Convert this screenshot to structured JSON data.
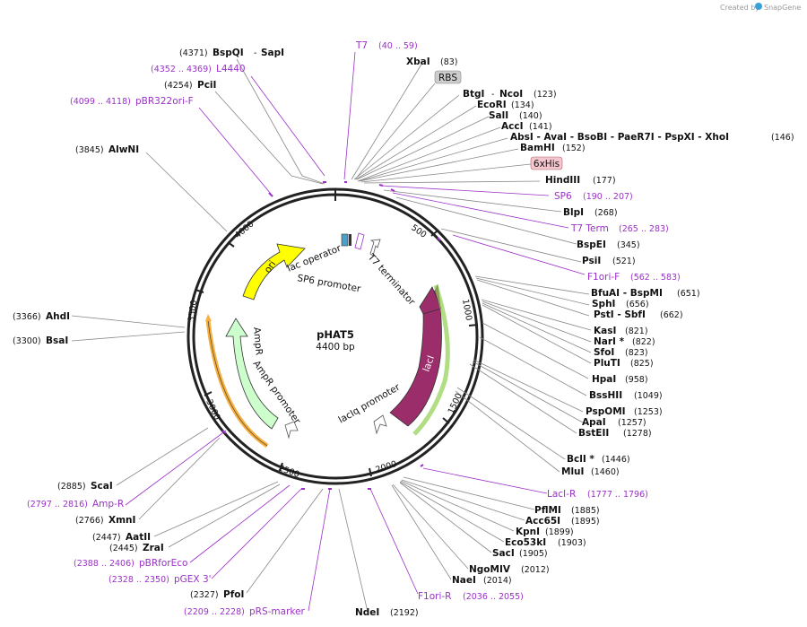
{
  "credit": {
    "text": "Created by",
    "brand": "SnapGene"
  },
  "plasmid": {
    "name": "pHAT5",
    "size": "4400 bp"
  },
  "ticks": [
    "500",
    "1000",
    "1500",
    "2000",
    "2500",
    "3000",
    "3500",
    "4000"
  ],
  "features": {
    "ori": "ori",
    "lac_operator": "lac operator",
    "sp6_promoter": "SP6 promoter",
    "t7_terminator": "T7 terminator",
    "lacI": "lacI",
    "laciq_promoter": "lacIq promoter",
    "ampR": "AmpR",
    "ampR_promoter": "AmpR promoter",
    "rbs": "RBS",
    "his": "6xHis"
  },
  "labels": {
    "sapi": {
      "pre": "(4371)",
      "name": "BspQI",
      "sep": " - ",
      "name2": "SapI"
    },
    "t7": {
      "name": "T7",
      "pos": "(40 .. 59)"
    },
    "l4440": {
      "pos": "(4352 .. 4369)",
      "name": "L4440"
    },
    "xbai": {
      "name": "XbaI",
      "pos": "(83)"
    },
    "pcii": {
      "pos": "(4254)",
      "name": "PciI"
    },
    "btgi": {
      "name": "BtgI",
      "sep": " - ",
      "name2": "NcoI",
      "pos": "(123)"
    },
    "pbr322": {
      "pos": "(4099 .. 4118)",
      "name": "pBR322ori-F"
    },
    "ecori": {
      "name": "EcoRI",
      "pos": "(134)"
    },
    "sali": {
      "name": "SalI",
      "pos": "(140)"
    },
    "acci": {
      "name": "AccI",
      "pos": "(141)"
    },
    "absi": {
      "name": "AbsI - AvaI - BsoBI - PaeR7I - PspXI - XhoI",
      "pos": "(146)"
    },
    "bamhi": {
      "name": "BamHI",
      "pos": "(152)"
    },
    "alwni": {
      "pos": "(3845)",
      "name": "AlwNI"
    },
    "hindiii": {
      "name": "HindIII",
      "pos": "(177)"
    },
    "sp6": {
      "name": "SP6",
      "pos": "(190 .. 207)"
    },
    "blpi": {
      "name": "BlpI",
      "pos": "(268)"
    },
    "t7term": {
      "name": "T7 Term",
      "pos": "(265 .. 283)"
    },
    "bspei": {
      "name": "BspEI",
      "pos": "(345)"
    },
    "psii": {
      "name": "PsiI",
      "pos": "(521)"
    },
    "f1orif": {
      "name": "F1ori-F",
      "pos": "(562 .. 583)"
    },
    "bfuai": {
      "name": "BfuAI - BspMI",
      "pos": "(651)"
    },
    "sphi": {
      "name": "SphI",
      "pos": "(656)"
    },
    "psti": {
      "name": "PstI - SbfI",
      "pos": "(662)"
    },
    "ahdi": {
      "pos": "(3366)",
      "name": "AhdI"
    },
    "kasi": {
      "name": "KasI",
      "pos": "(821)"
    },
    "nari": {
      "name": "NarI *",
      "pos": "(822)"
    },
    "bsai": {
      "pos": "(3300)",
      "name": "BsaI"
    },
    "sfoi": {
      "name": "SfoI",
      "pos": "(823)"
    },
    "plutI": {
      "name": "PluTI",
      "pos": "(825)"
    },
    "hpai": {
      "name": "HpaI",
      "pos": "(958)"
    },
    "bsshii": {
      "name": "BssHII",
      "pos": "(1049)"
    },
    "pspomi": {
      "name": "PspOMI",
      "pos": "(1253)"
    },
    "apai": {
      "name": "ApaI",
      "pos": "(1257)"
    },
    "bsteii": {
      "name": "BstEII",
      "pos": "(1278)"
    },
    "bcli": {
      "name": "BclI *",
      "pos": "(1446)"
    },
    "mlui": {
      "name": "MluI",
      "pos": "(1460)"
    },
    "scai": {
      "pos": "(2885)",
      "name": "ScaI"
    },
    "laciR": {
      "name": "LacI-R",
      "pos": "(1777 .. 1796)"
    },
    "ampRp": {
      "pos": "(2797 .. 2816)",
      "name": "Amp-R"
    },
    "pflmi": {
      "name": "PflMI",
      "pos": "(1885)"
    },
    "xmni": {
      "pos": "(2766)",
      "name": "XmnI"
    },
    "acc65i": {
      "name": "Acc65I",
      "pos": "(1895)"
    },
    "aatii": {
      "pos": "(2447)",
      "name": "AatII"
    },
    "kpni": {
      "name": "KpnI",
      "pos": "(1899)"
    },
    "zrai": {
      "pos": "(2445)",
      "name": "ZraI"
    },
    "eco53ki": {
      "name": "Eco53kI",
      "pos": "(1903)"
    },
    "saci": {
      "name": "SacI",
      "pos": "(1905)"
    },
    "pbrfor": {
      "pos": "(2388 .. 2406)",
      "name": "pBRforEco"
    },
    "ngomiv": {
      "name": "NgoMIV",
      "pos": "(2012)"
    },
    "pgex": {
      "pos": "(2328 .. 2350)",
      "name": "pGEX 3'"
    },
    "naei": {
      "name": "NaeI",
      "pos": "(2014)"
    },
    "pfoi": {
      "pos": "(2327)",
      "name": "PfoI"
    },
    "f1orir": {
      "name": "F1ori-R",
      "pos": "(2036 .. 2055)"
    },
    "prs": {
      "pos": "(2209 .. 2228)",
      "name": "pRS-marker"
    },
    "ndei": {
      "name": "NdeI",
      "pos": "(2192)"
    }
  },
  "colors": {
    "ori": "#ffff00",
    "lacI": "#9b2d6b",
    "ampR": "#ccffcc",
    "primer": "#9b30c8",
    "orange": "#f5b041",
    "green": "#90d050"
  }
}
